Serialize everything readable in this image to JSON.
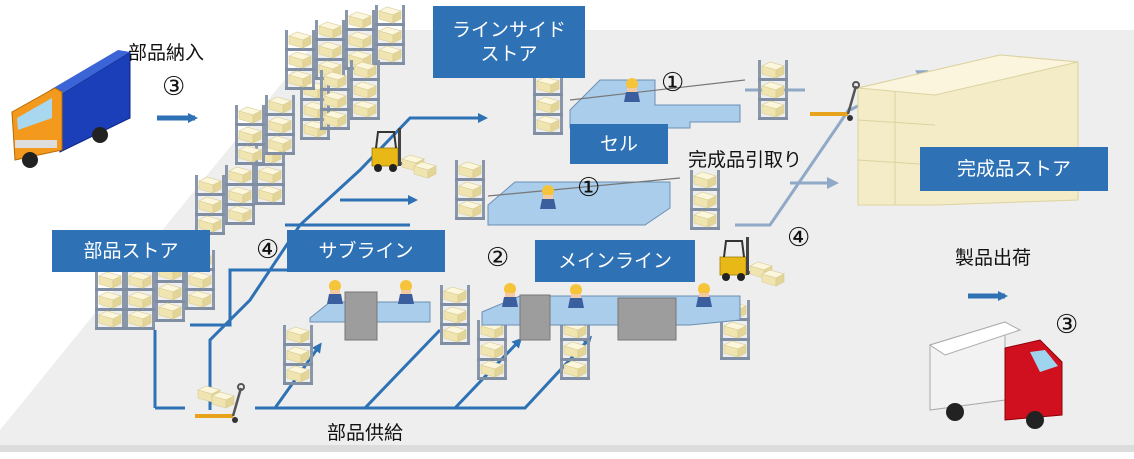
{
  "labels": {
    "lineside_store": "ラインサイド\nストア",
    "cell": "セル",
    "finished_goods_store": "完成品ストア",
    "parts_store": "部品ストア",
    "sub_line": "サブライン",
    "main_line": "メインライン"
  },
  "texts": {
    "parts_delivery": "部品納入",
    "finished_goods_pickup": "完成品引取り",
    "product_shipping": "製品出荷",
    "parts_supply": "部品供給"
  },
  "step_markers": {
    "one": "①",
    "two": "②",
    "three": "③",
    "four": "④"
  },
  "colors": {
    "label_bg": "#2e72b5",
    "floor": "#eeeeee",
    "conveyor": "#a9cdea",
    "arrow": "#2e72b5",
    "flow_line": "#8fa9c6",
    "box": "#f5ecbf",
    "rack": "#8a97a8",
    "truck_in_cab": "#f39a1e",
    "truck_in_cargo": "#1a3fb8",
    "truck_out_cab": "#d0101e",
    "forklift": "#e8b817"
  }
}
